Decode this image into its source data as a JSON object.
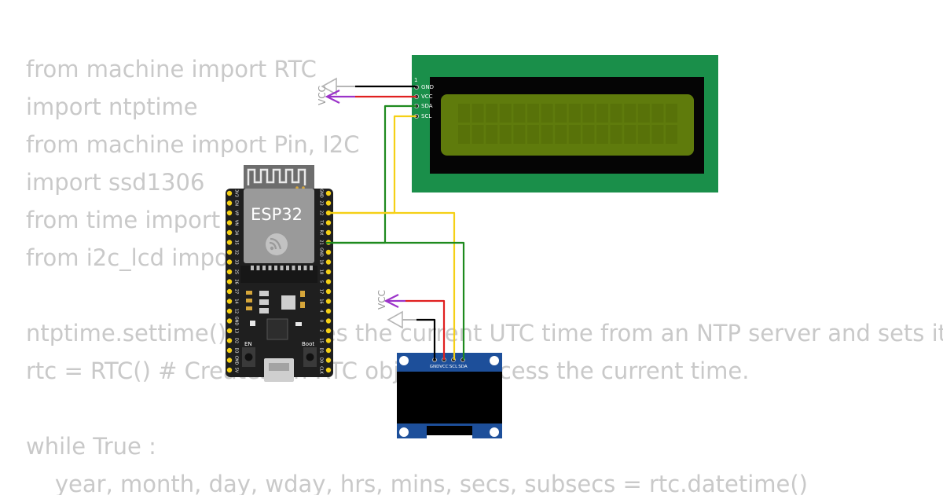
{
  "code": {
    "lines": [
      "from machine import RTC",
      "import ntptime",
      "from machine import Pin, I2C",
      "import ssd1306",
      "from time import sleep",
      "from i2c_lcd import I2cLcd",
      "",
      "ntptime.settime() # Fetches the current UTC time from an NTP server and sets it",
      "rtc = RTC() # Creates an RTC object to access the current time.",
      "",
      "while True :",
      "    year, month, day, wday, hrs, mins, secs, subsecs = rtc.datetime()"
    ]
  },
  "esp32": {
    "label": "ESP32",
    "en_label": "EN",
    "boot_label": "Boot",
    "left_pins": [
      "3V3",
      "EN",
      "VP",
      "VN",
      "34",
      "35",
      "32",
      "33",
      "25",
      "26",
      "27",
      "14",
      "12",
      "GND",
      "13",
      "D2",
      "D3",
      "CMD",
      "5V"
    ],
    "right_pins": [
      "GND",
      "23",
      "22",
      "TX",
      "RX",
      "21",
      "GND",
      "19",
      "18",
      "5",
      "17",
      "16",
      "4",
      "0",
      "2",
      "15",
      "D1",
      "D0",
      "CLK"
    ]
  },
  "lcd": {
    "pin1_marker": "1",
    "pins": [
      "GND",
      "VCC",
      "SDA",
      "SCL"
    ]
  },
  "oled": {
    "pins": [
      "GND",
      "VCC",
      "SCL",
      "SDA"
    ]
  },
  "power_labels": {
    "lcd_vcc": "VCC",
    "oled_vcc": "VCC"
  },
  "colors": {
    "code_text": "#c9c9c9",
    "lcd_board": "#1a8f4a",
    "lcd_screen": "#5f7b0c",
    "esp_board": "#1f1f1f",
    "oled_board": "#1d4f9a",
    "wire_black": "#000000",
    "wire_red": "#e02020",
    "wire_green": "#1e8a1e",
    "wire_yellow": "#f5d016",
    "vcc_symbol": "#9b33c9",
    "gnd_symbol": "#b5b5b5"
  }
}
